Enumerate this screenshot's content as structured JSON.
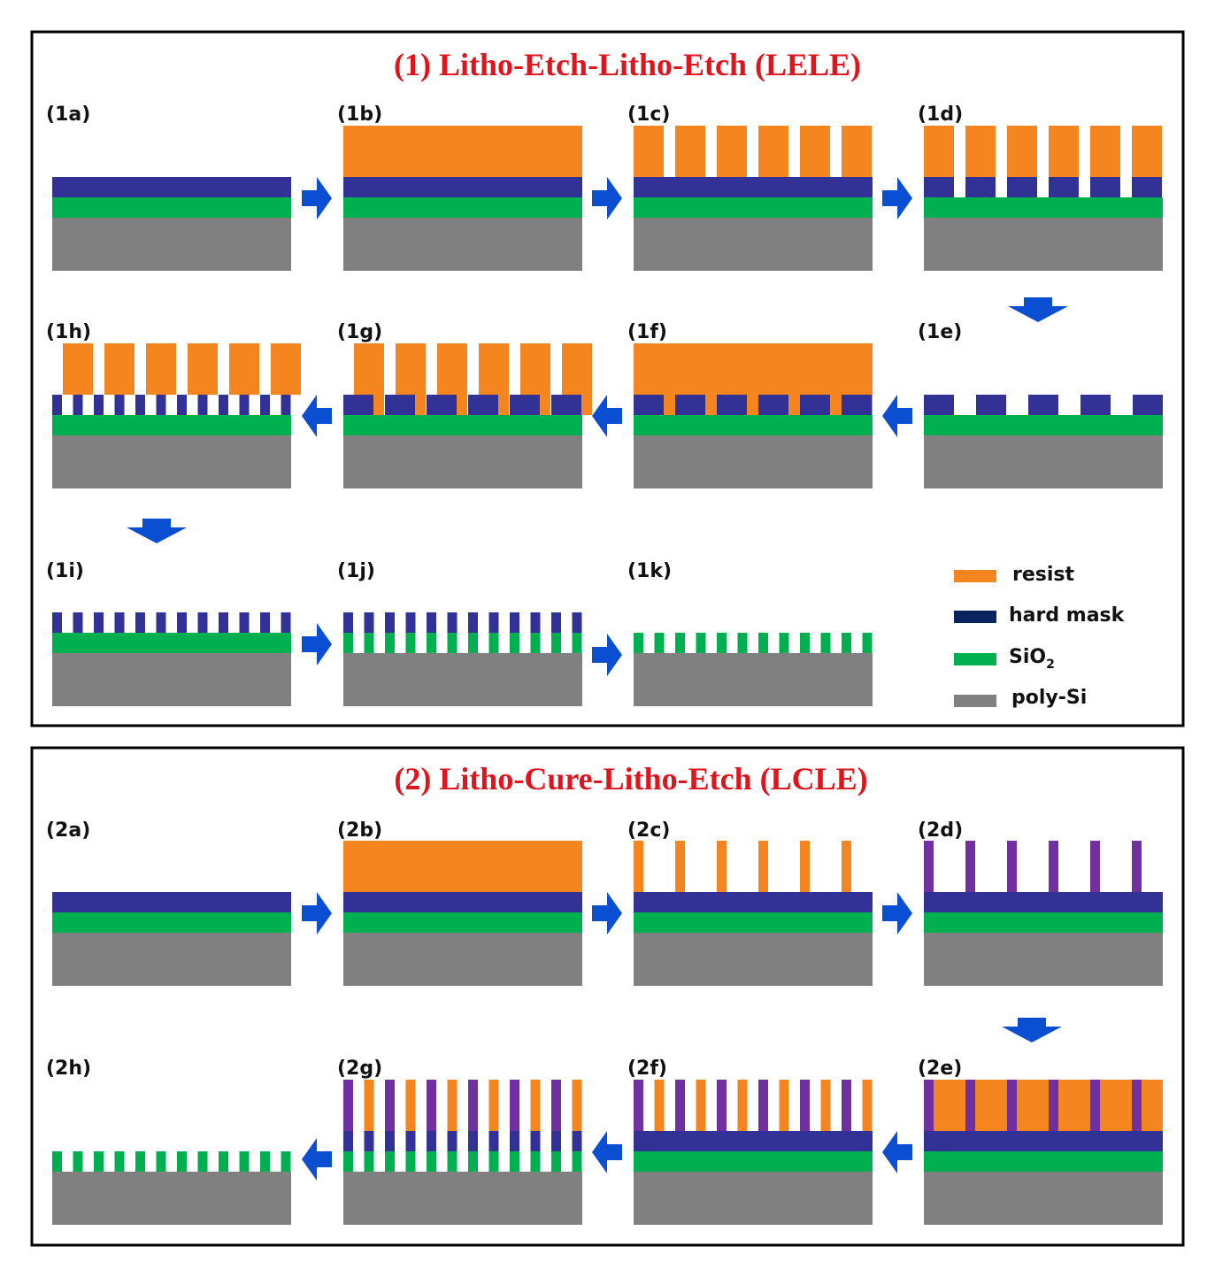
{
  "colors": {
    "resist": "#f5861f",
    "hard_mask": "#323296",
    "sio2": "#00b050",
    "poly_si": "#808080",
    "cured_resist": "#7030a0",
    "arrow": "#0a4fd2",
    "title": "#e0141c"
  },
  "sections": [
    {
      "title": "(1) Litho-Etch-Litho-Etch (LELE)",
      "steps": [
        {
          "label": "(1a)"
        },
        {
          "label": "(1b)"
        },
        {
          "label": "(1c)"
        },
        {
          "label": "(1d)"
        },
        {
          "label": "(1e)"
        },
        {
          "label": "(1f)"
        },
        {
          "label": "(1g)"
        },
        {
          "label": "(1h)"
        },
        {
          "label": "(1i)"
        },
        {
          "label": "(1j)"
        },
        {
          "label": "(1k)"
        }
      ]
    },
    {
      "title": "(2) Litho-Cure-Litho-Etch (LCLE)",
      "steps": [
        {
          "label": "(2a)"
        },
        {
          "label": "(2b)"
        },
        {
          "label": "(2c)"
        },
        {
          "label": "(2d)"
        },
        {
          "label": "(2e)"
        },
        {
          "label": "(2f)"
        },
        {
          "label": "(2g)"
        },
        {
          "label": "(2h)"
        }
      ]
    }
  ],
  "legend": {
    "resist": "resist",
    "hard_mask": "hard mask",
    "sio2_main": "SiO",
    "sio2_sub": "2",
    "poly_si": "poly-Si"
  }
}
